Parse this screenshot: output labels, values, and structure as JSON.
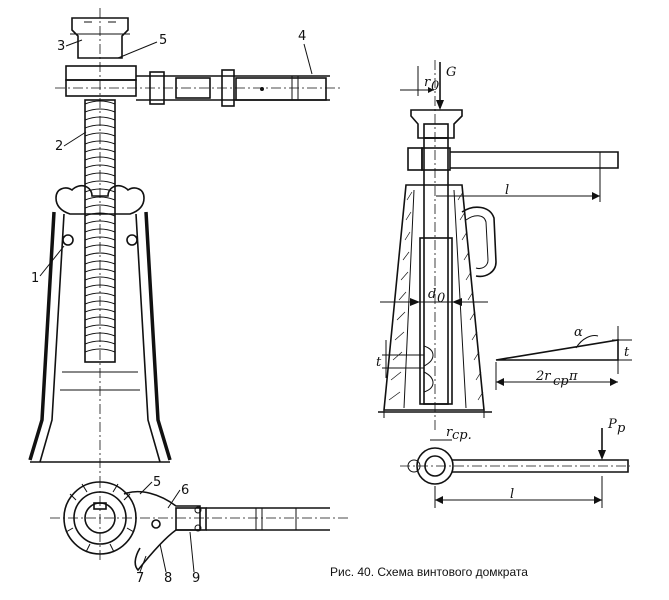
{
  "figure": {
    "caption": "Рис. 40. Схема винтового домкрата"
  },
  "left_drawing": {
    "part_numbers": [
      "1",
      "2",
      "3",
      "4",
      "5"
    ]
  },
  "bottom_plan": {
    "part_numbers": [
      "5",
      "6",
      "7",
      "8",
      "9"
    ]
  },
  "right_scheme": {
    "labels": {
      "force_g": "G",
      "r0": "r",
      "r0_sub": "0",
      "lever_length_top": "l",
      "d0": "d",
      "d0_sub": "0",
      "pitch_t_left": "t",
      "alpha": "α",
      "pitch_t_right": "t",
      "unrolled_len_main": "2r",
      "unrolled_len_sub": "cp",
      "unrolled_len_pi": "π",
      "r_cp": "r",
      "r_cp_sub": "cp.",
      "force_p": "P",
      "force_p_sub": "p",
      "lever_length_bottom": "l"
    }
  }
}
